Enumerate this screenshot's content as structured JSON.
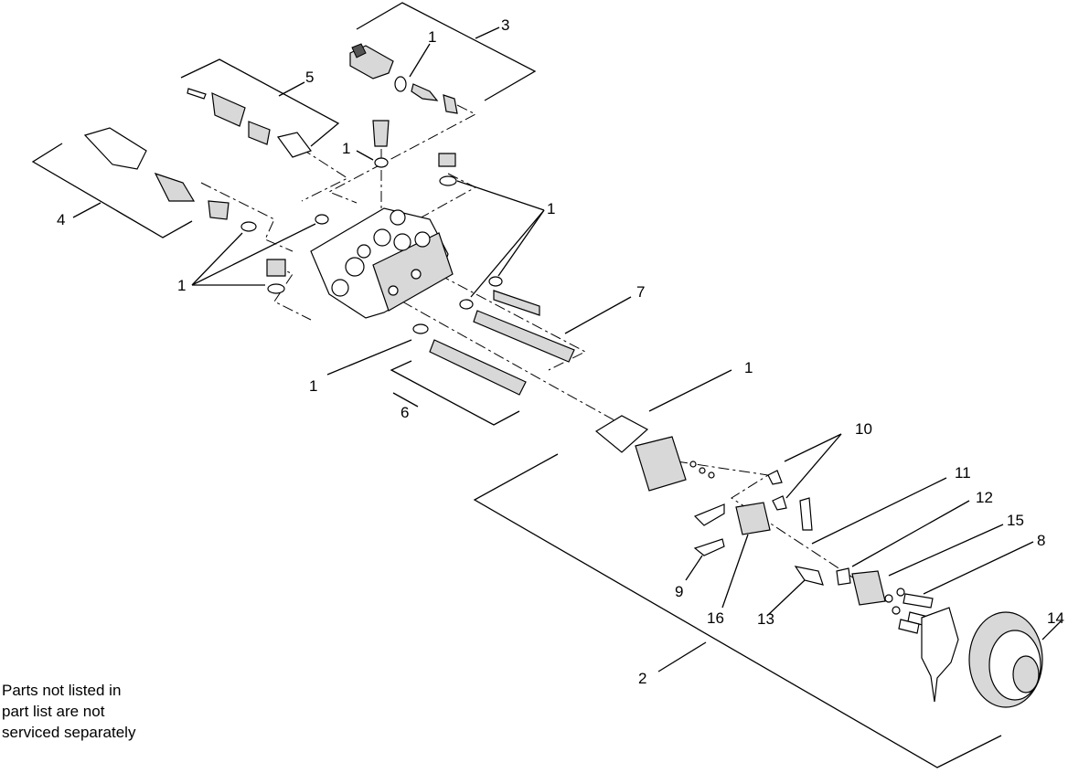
{
  "diagram": {
    "callouts": {
      "c1_top": "1",
      "c3": "3",
      "c5": "5",
      "c1_stem": "1",
      "c4": "4",
      "c1_right": "1",
      "c1_left": "1",
      "c7": "7",
      "c1_mid": "1",
      "c1_plate": "1",
      "c6": "6",
      "c10": "10",
      "c11": "11",
      "c12": "12",
      "c15": "15",
      "c8": "8",
      "c9": "9",
      "c16": "16",
      "c13": "13",
      "c14": "14",
      "c2": "2"
    },
    "note_lines": [
      "Parts not listed in",
      "part list are not",
      "serviced separately"
    ]
  }
}
